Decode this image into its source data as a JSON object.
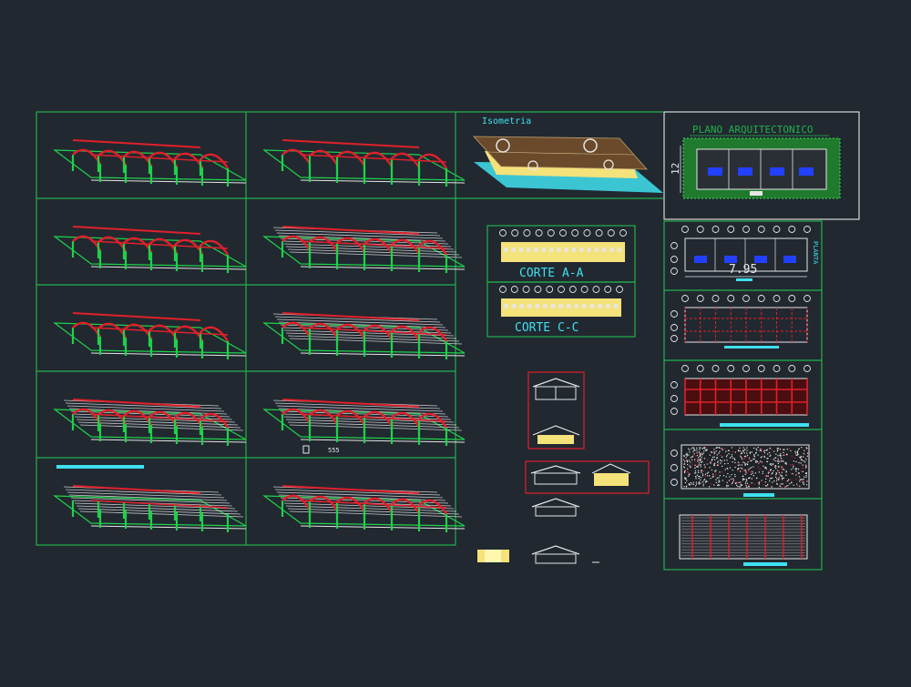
{
  "colors": {
    "background": "#212830",
    "frame": "#22b14c",
    "frame_white": "#d8d8d8",
    "red": "#e0202a",
    "green": "#1fd14a",
    "white": "#e6e6e6",
    "cyan": "#3fe0f0",
    "yellow": "#f4e27a",
    "roof_brown": "#6a4a2a",
    "blue": "#2240ff"
  },
  "labels": {
    "isometric": "Isometria",
    "floor_plan": "PLANO ARQUITECTONICO",
    "dim_12": "12",
    "dim_795": "7.95",
    "section_aa": "CORTE A-A",
    "section_cc": "CORTE C-C",
    "side_planta": "PLANTA",
    "legend_code": "555"
  }
}
